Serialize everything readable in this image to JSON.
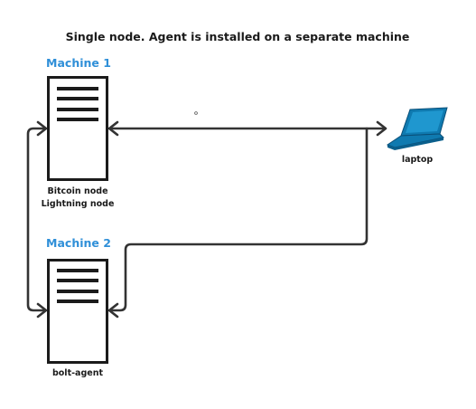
{
  "diagram": {
    "title": "Single node. Agent is installed on a separate machine",
    "machine1": {
      "title": "Machine 1",
      "captions": [
        "Bitcoin node",
        "Lightning node"
      ]
    },
    "machine2": {
      "title": "Machine 2",
      "captions": [
        "bolt-agent"
      ]
    },
    "laptop": {
      "label": "laptop"
    }
  },
  "colors": {
    "accent": "#2f8fd8",
    "laptop": "#0f7ab0",
    "lines": "#333333",
    "text": "#1a1a1a"
  },
  "icons": {
    "machine1": "server-icon",
    "machine2": "server-icon",
    "laptop": "laptop-icon"
  }
}
